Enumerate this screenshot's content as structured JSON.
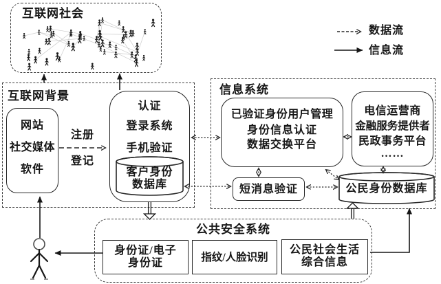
{
  "legend": {
    "data_flow_label": "数据流",
    "info_flow_label": "信息流"
  },
  "internet_society": {
    "title": "互联网社会"
  },
  "internet_background": {
    "title": "互联网背景",
    "website_box": {
      "line1": "网站",
      "line2": "社交媒体",
      "line3": "软件"
    },
    "register_note": {
      "line1": "注册",
      "line2": "登记"
    },
    "auth_box": {
      "line1": "认证",
      "line2": "登录系统",
      "line3": "手机验证"
    },
    "customer_db": {
      "line1": "客户身份",
      "line2": "数据库"
    }
  },
  "info_system": {
    "title": "信息系统",
    "platform_box": {
      "line1": "已验证身份用户管理",
      "line2": "身份信息认证",
      "line3": "数据交换平台"
    },
    "provider_box": {
      "line1": "电信运营商",
      "line2": "金融服务提供者",
      "line3": "民政事务平台",
      "line4": "……"
    },
    "sms_box": {
      "label": "短消息验证"
    },
    "citizen_db": {
      "label": "公民身份数据库"
    }
  },
  "public_security": {
    "title": "公共安全系统",
    "id_box": {
      "line1": "身份证/电子",
      "line2": "身份证"
    },
    "biometric_box": {
      "label": "指纹/人脸识别"
    },
    "social_info_box": {
      "line1": "公民社会生活",
      "line2": "综合信息"
    }
  },
  "colors": {
    "ink": "#1a1a1a",
    "network_edge": "#cccccc"
  }
}
